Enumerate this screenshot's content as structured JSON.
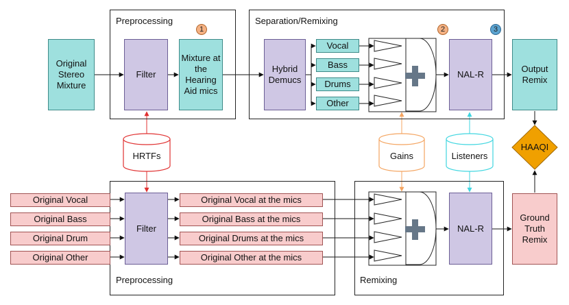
{
  "groups": {
    "preprocessing_top": "Preprocessing",
    "separation": "Separation/Remixing",
    "preprocessing_bottom": "Preprocessing",
    "remixing": "Remixing"
  },
  "badges": [
    "1",
    "2",
    "3"
  ],
  "top": {
    "original_mixture": "Original Stereo Mixture",
    "filter": "Filter",
    "mixture_mics": "Mixture at the Hearing Aid mics",
    "hybrid_demucs": "Hybrid Demucs",
    "stems": [
      "Vocal",
      "Bass",
      "Drums",
      "Other"
    ],
    "nalr": "NAL-R",
    "output_remix": "Output Remix"
  },
  "databases": {
    "hrtfs": "HRTFs",
    "gains": "Gains",
    "listeners": "Listeners"
  },
  "haaqi": "HAAQI",
  "bottom": {
    "originals": [
      "Original Vocal",
      "Original Bass",
      "Original Drum",
      "Original Other"
    ],
    "filter": "Filter",
    "at_mics": [
      "Original Vocal at the mics",
      "Original Bass at the mics",
      "Original Drums at the mics",
      "Original Other at the mics"
    ],
    "nalr": "NAL-R",
    "ground_truth": "Ground Truth Remix"
  },
  "colors": {
    "teal": "#9ee0de",
    "lavender": "#cfc7e4",
    "pink": "#f8cccc",
    "hrtf_red": "#e03030",
    "gains_orange": "#f4a460",
    "listeners_cyan": "#3fd6e0",
    "haaqi_gold": "#f0a000",
    "badge_orange": "#f4b183",
    "badge_blue": "#5ba3d0"
  }
}
